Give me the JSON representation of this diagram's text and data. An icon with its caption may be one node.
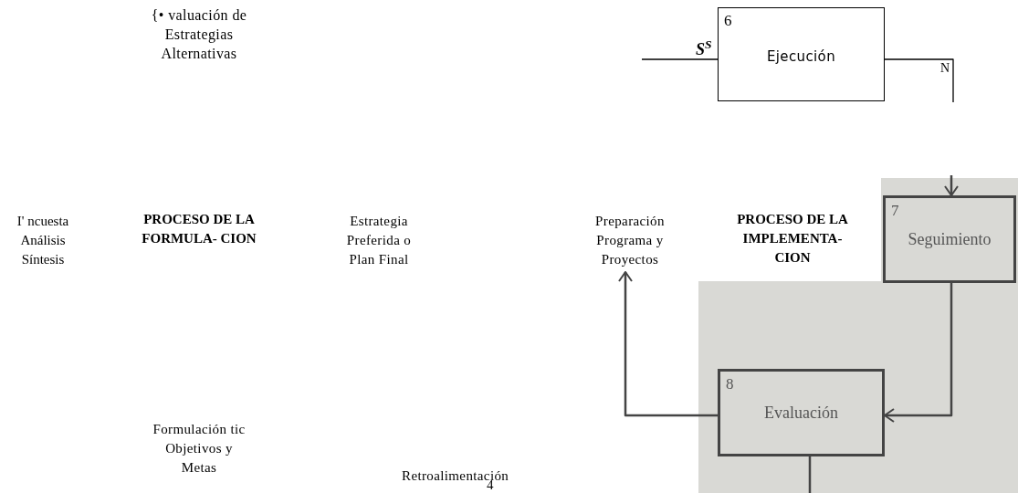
{
  "diagram": {
    "nodes": [
      {
        "text": [
          "6",
          "Ejecución"
        ]
      },
      {
        "text": [
          "7",
          "Seguimiento"
        ]
      },
      {
        "text": [
          "8",
          "Evaluación"
        ]
      },
      {
        "text": [
          "Preparación Programa y Proyectos"
        ]
      }
    ],
    "edges": [
      {
        "from": null,
        "to": 0,
        "arrow": "none"
      },
      {
        "from": 0,
        "to": null,
        "arrow": "none"
      },
      {
        "from": null,
        "to": 1,
        "arrow": "to"
      },
      {
        "from": 1,
        "to": 2,
        "arrow": "to"
      },
      {
        "from": 2,
        "to": 3,
        "arrow": "to"
      },
      {
        "from": 2,
        "to": null,
        "arrow": "none"
      }
    ],
    "labels": [
      "{• valuación de Estrategias Alternativas",
      "S$^{S}$",
      "N",
      "I' ncuesta Análisis Síntesis",
      "PROCESO DE LA FORMULA- CION",
      "Estrategia Preferida o Plan Final",
      "PROCESO DE LA IMPLEMENTA- CION",
      "Formulación tic Objetivos y Metas",
      "Retroalimentación",
      "4"
    ]
  }
}
